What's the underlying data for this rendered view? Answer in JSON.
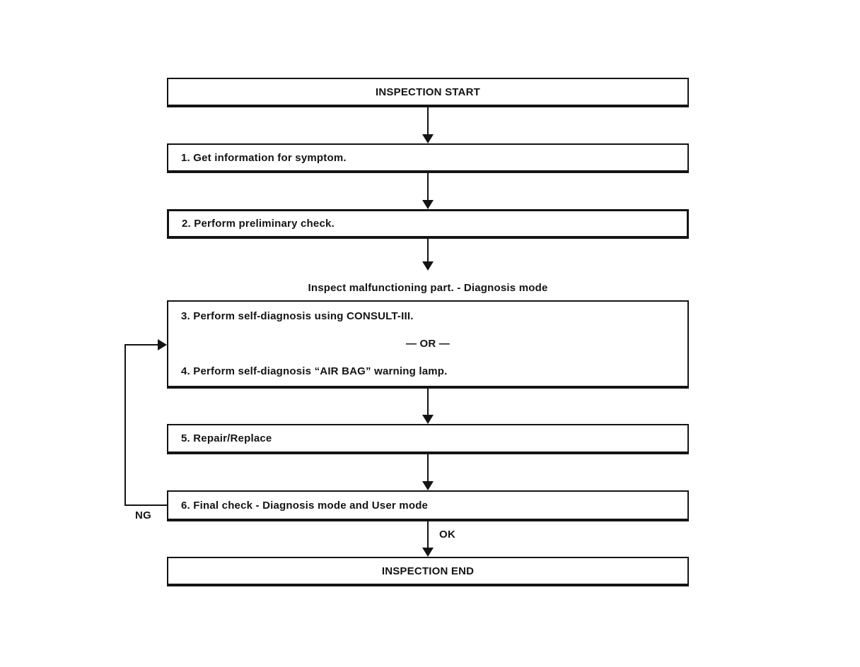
{
  "flowchart": {
    "background": "#ffffff",
    "line_color": "#141414",
    "section_label": "Inspect malfunctioning part. - Diagnosis mode",
    "boxes": {
      "start": "INSPECTION START",
      "step1": "1. Get information for symptom.",
      "step2": "2. Perform preliminary check.",
      "diag_line1": "3. Perform self-diagnosis using CONSULT-III.",
      "diag_or": "— OR —",
      "diag_line2": "4. Perform self-diagnosis “AIR BAG” warning lamp.",
      "step5": "5. Repair/Replace",
      "step6": "6. Final check - Diagnosis mode and User mode",
      "end": "INSPECTION END"
    },
    "edge_labels": {
      "ng": "NG",
      "ok": "OK"
    }
  }
}
